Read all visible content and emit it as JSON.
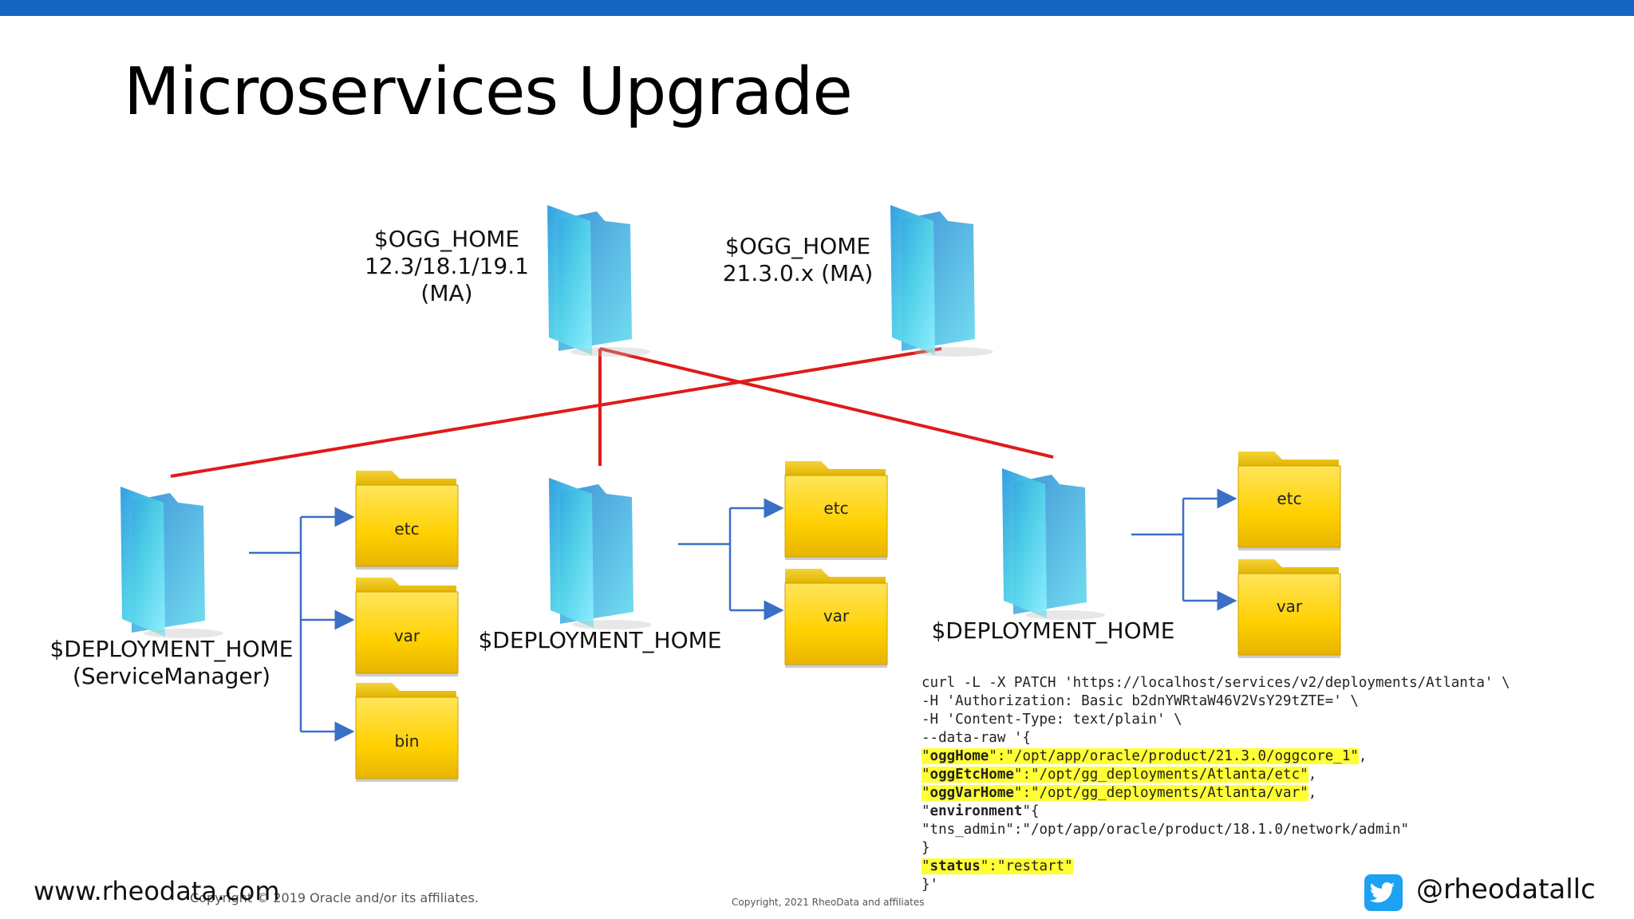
{
  "slide": {
    "title": "Microservices Upgrade",
    "brand_color": "#1565c0",
    "line_color": "#e01a1a",
    "arrow_color": "#3a6fc4"
  },
  "homes": {
    "old_home": {
      "line1": "$OGG_HOME",
      "line2": "12.3/18.1/19.1",
      "line3": "(MA)"
    },
    "new_home": {
      "line1": "$OGG_HOME",
      "line2": "21.3.0.x (MA)"
    }
  },
  "deployments": {
    "service_manager": {
      "line1": "$DEPLOYMENT_HOME",
      "line2": "(ServiceManager)",
      "subfolders": [
        "etc",
        "var",
        "bin"
      ]
    },
    "deployment_2": {
      "line1": "$DEPLOYMENT_HOME",
      "subfolders": [
        "etc",
        "var"
      ]
    },
    "deployment_3": {
      "line1": "$DEPLOYMENT_HOME",
      "subfolders": [
        "etc",
        "var"
      ]
    }
  },
  "code": {
    "line1": "curl -L -X PATCH 'https://localhost/services/v2/deployments/Atlanta' \\",
    "line2": "-H 'Authorization: Basic b2dnYWRtaW46V2VsY29tZTE=' \\",
    "line3": "-H 'Content-Type: text/plain' \\",
    "line4": "--data-raw '{",
    "oggHome_key": "oggHome",
    "oggHome_val": "/opt/app/oracle/product/21.3.0/oggcore_1",
    "oggEtcHome_key": "oggEtcHome",
    "oggEtcHome_val": "/opt/gg_deployments/Atlanta/etc",
    "oggVarHome_key": "oggVarHome",
    "oggVarHome_val": "/opt/gg_deployments/Atlanta/var",
    "environment_key": "environment",
    "tns_line": "\"tns_admin\":\"/opt/app/oracle/product/18.1.0/network/admin\"",
    "close_brace": "}",
    "status_key": "status",
    "status_val": "restart",
    "end_line": "}'"
  },
  "footer": {
    "site": "www.rheodata.com",
    "copyright_oracle": "Copyright © 2019 Oracle and/or its affiliates.",
    "copyright_rheodata": "Copyright, 2021 RheoData and affiliates",
    "twitter_handle": "@rheodatallc"
  }
}
